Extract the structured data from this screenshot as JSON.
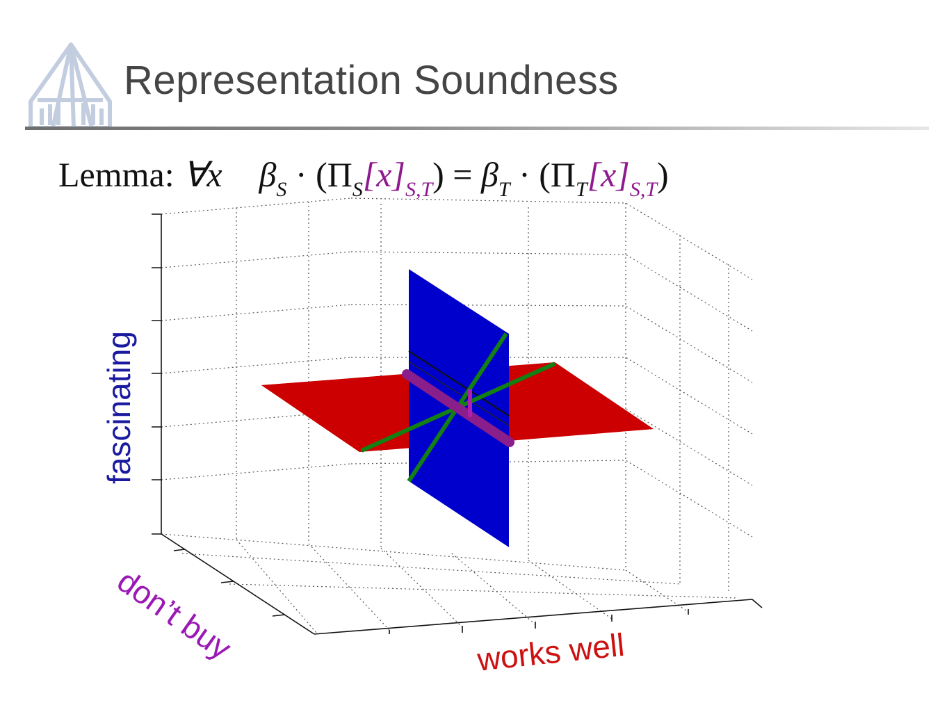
{
  "slide": {
    "title": "Representation Soundness",
    "lemma": {
      "label": "Lemma:",
      "forall": "∀x",
      "lhs_beta": "β",
      "lhs_beta_sub": "S",
      "lhs_op": "· (Π",
      "lhs_pi_sub": "S",
      "lhs_bracket": "[x]",
      "lhs_bracket_sub": "S,T",
      "lhs_close": ")",
      "equals": "=",
      "rhs_beta": "β",
      "rhs_beta_sub": "T",
      "rhs_op": "· (Π",
      "rhs_pi_sub": "T",
      "rhs_bracket": "[x]",
      "rhs_bracket_sub": "S,T",
      "rhs_close": ")"
    },
    "axes": {
      "vertical_label": "fascinating",
      "depth_label": "don’t buy",
      "horizontal_label": "works well"
    },
    "colors": {
      "title_text": "#454545",
      "accent_purple": "#8e1a8e",
      "plane_red": "#cc0000",
      "plane_blue": "#0000cc",
      "line_green": "#128012",
      "tube_purple": "#8a1e8a",
      "vertical_label": "#1a1aa0",
      "depth_label": "#9a19b5",
      "horizontal_label": "#cc1111",
      "grid": "#555555"
    },
    "icons": {
      "logo": "chapel-icon"
    }
  }
}
